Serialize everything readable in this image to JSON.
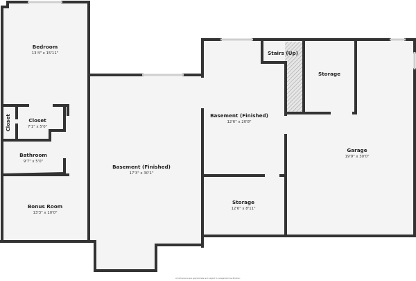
{
  "plan": {
    "rooms": [
      {
        "name": "Bedroom",
        "dims": "13'4\" x 15'11\""
      },
      {
        "name": "Closet",
        "dims": ""
      },
      {
        "name": "Closet",
        "dims": "7'1\" x 5'0\""
      },
      {
        "name": "Bathroom",
        "dims": "9'7\" x 5'0\""
      },
      {
        "name": "Bonus Room",
        "dims": "13'3\" x 10'0\""
      },
      {
        "name": "Basement (Finished)",
        "dims": "17'3\" x 30'1\""
      },
      {
        "name": "Basement (Finished)",
        "dims": "12'6\" x 20'8\""
      },
      {
        "name": "Stairs (Up)",
        "dims": ""
      },
      {
        "name": "Storage",
        "dims": ""
      },
      {
        "name": "Storage",
        "dims": "12'6\" x 8'11\""
      },
      {
        "name": "Garage",
        "dims": "19'9\" x 30'0\""
      }
    ],
    "footer": "All dimensions are approximate and subject to independent verification."
  },
  "colors": {
    "wall": "#333333",
    "floor": "#f4f4f4",
    "window": "#cfcfcf"
  }
}
